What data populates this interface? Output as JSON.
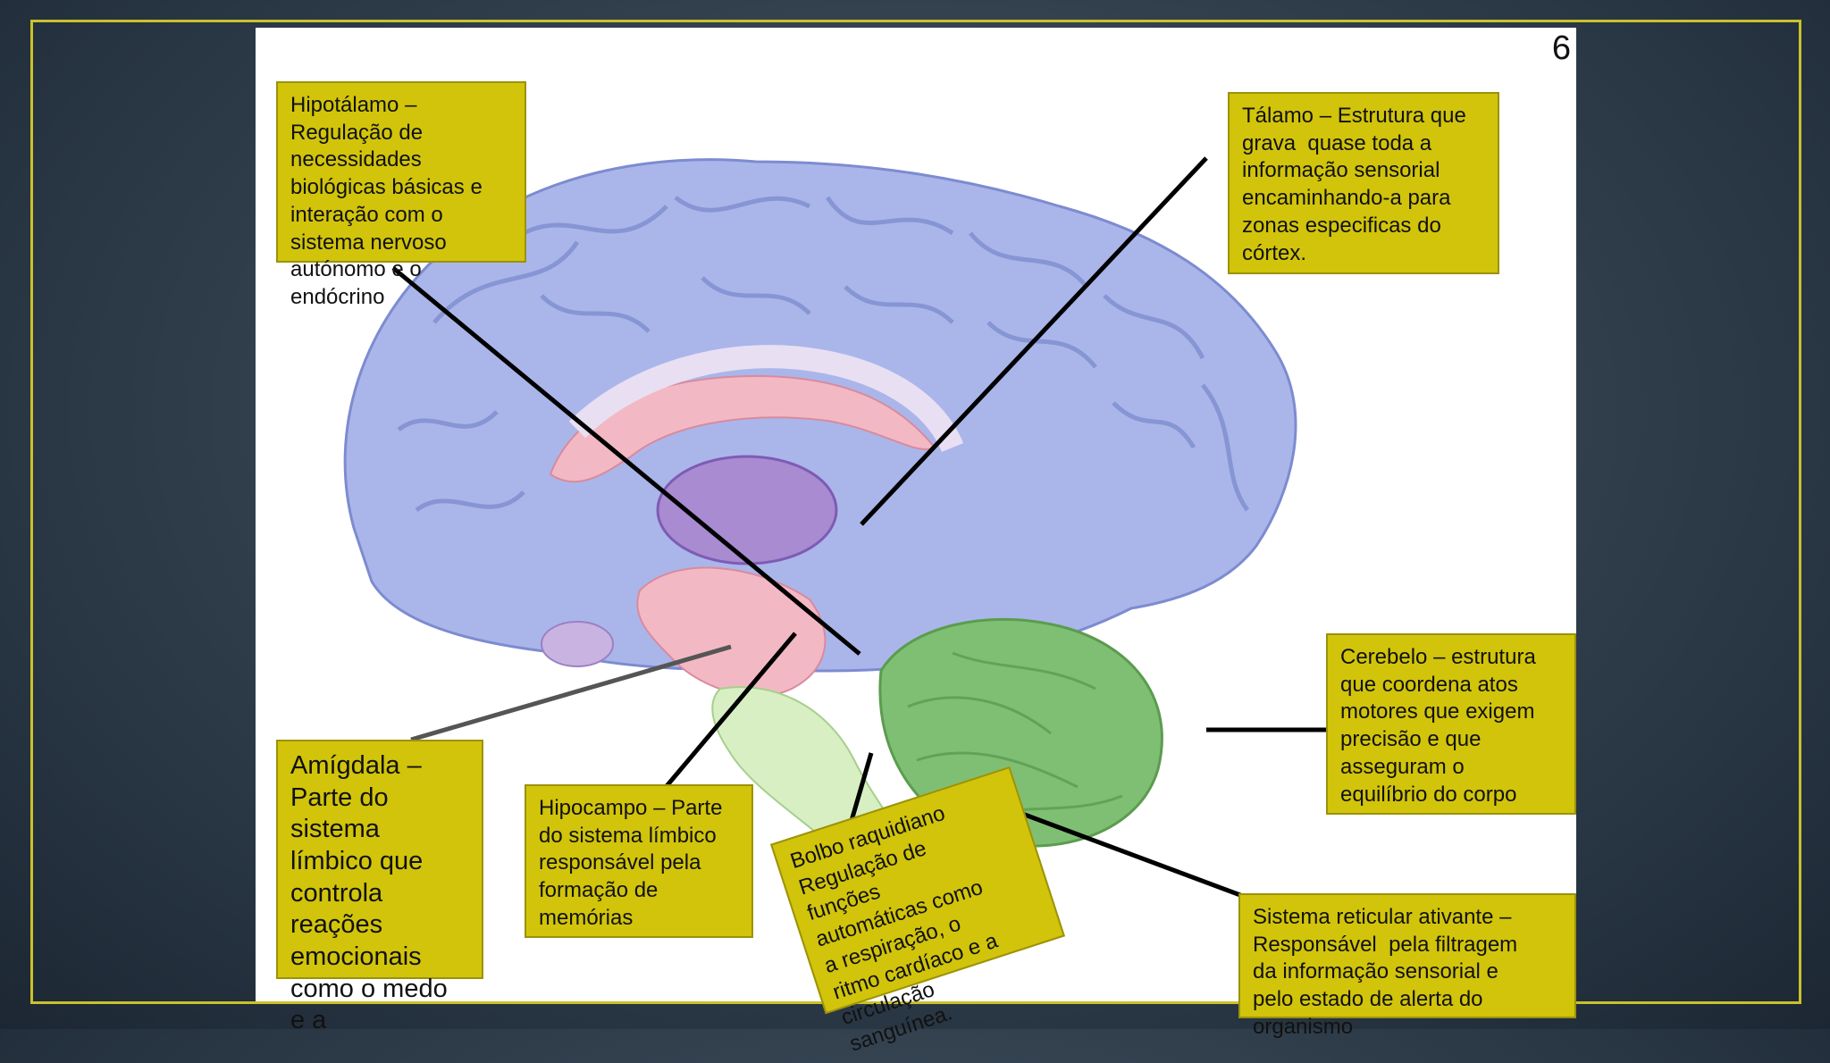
{
  "slide": {
    "page_number": "6"
  },
  "labels": {
    "hipotalamo": "Hipotálamo –\nRegulação de\nnecessidades\nbiológicas básicas e\ninteração com o\nsistema nervoso\nautónomo e o\nendócrino",
    "talamo": "Tálamo – Estrutura que\ngrava  quase toda a\ninformação sensorial\nencaminhando-a para\nzonas especificas do\ncórtex.",
    "cerebelo": "Cerebelo – estrutura\nque coordena atos\nmotores que exigem\nprecisão e que\nasseguram o\nequilíbrio do corpo",
    "amigdala": "Amígdala –\nParte do\nsistema\nlímbico que\ncontrola\nreações\nemocionais\ncomo o medo\ne a",
    "hipocampo": "Hipocampo – Parte\ndo sistema límbico\nresponsável pela\nformação de\nmemórias",
    "bolbo": "Bolbo raquidiano\nRegulação de\nfunções\nautomáticas como\na respiração, o\nritmo cardíaco e a\ncirculação\nsanguínea.",
    "reticular": "Sistema reticular ativante –\nResponsável  pela filtragem\nda informação sensorial e\npelo estado de alerta do\norganismo"
  },
  "colors": {
    "label_fill": "#d1c40b",
    "frame_border": "#c9c22a",
    "cortex": "#aab6ea",
    "limbic_pink": "#f2b9c4",
    "thalamus_purple": "#a88bd0",
    "cerebellum_green": "#7fbf73",
    "brainstem_green": "#d8efc4"
  }
}
